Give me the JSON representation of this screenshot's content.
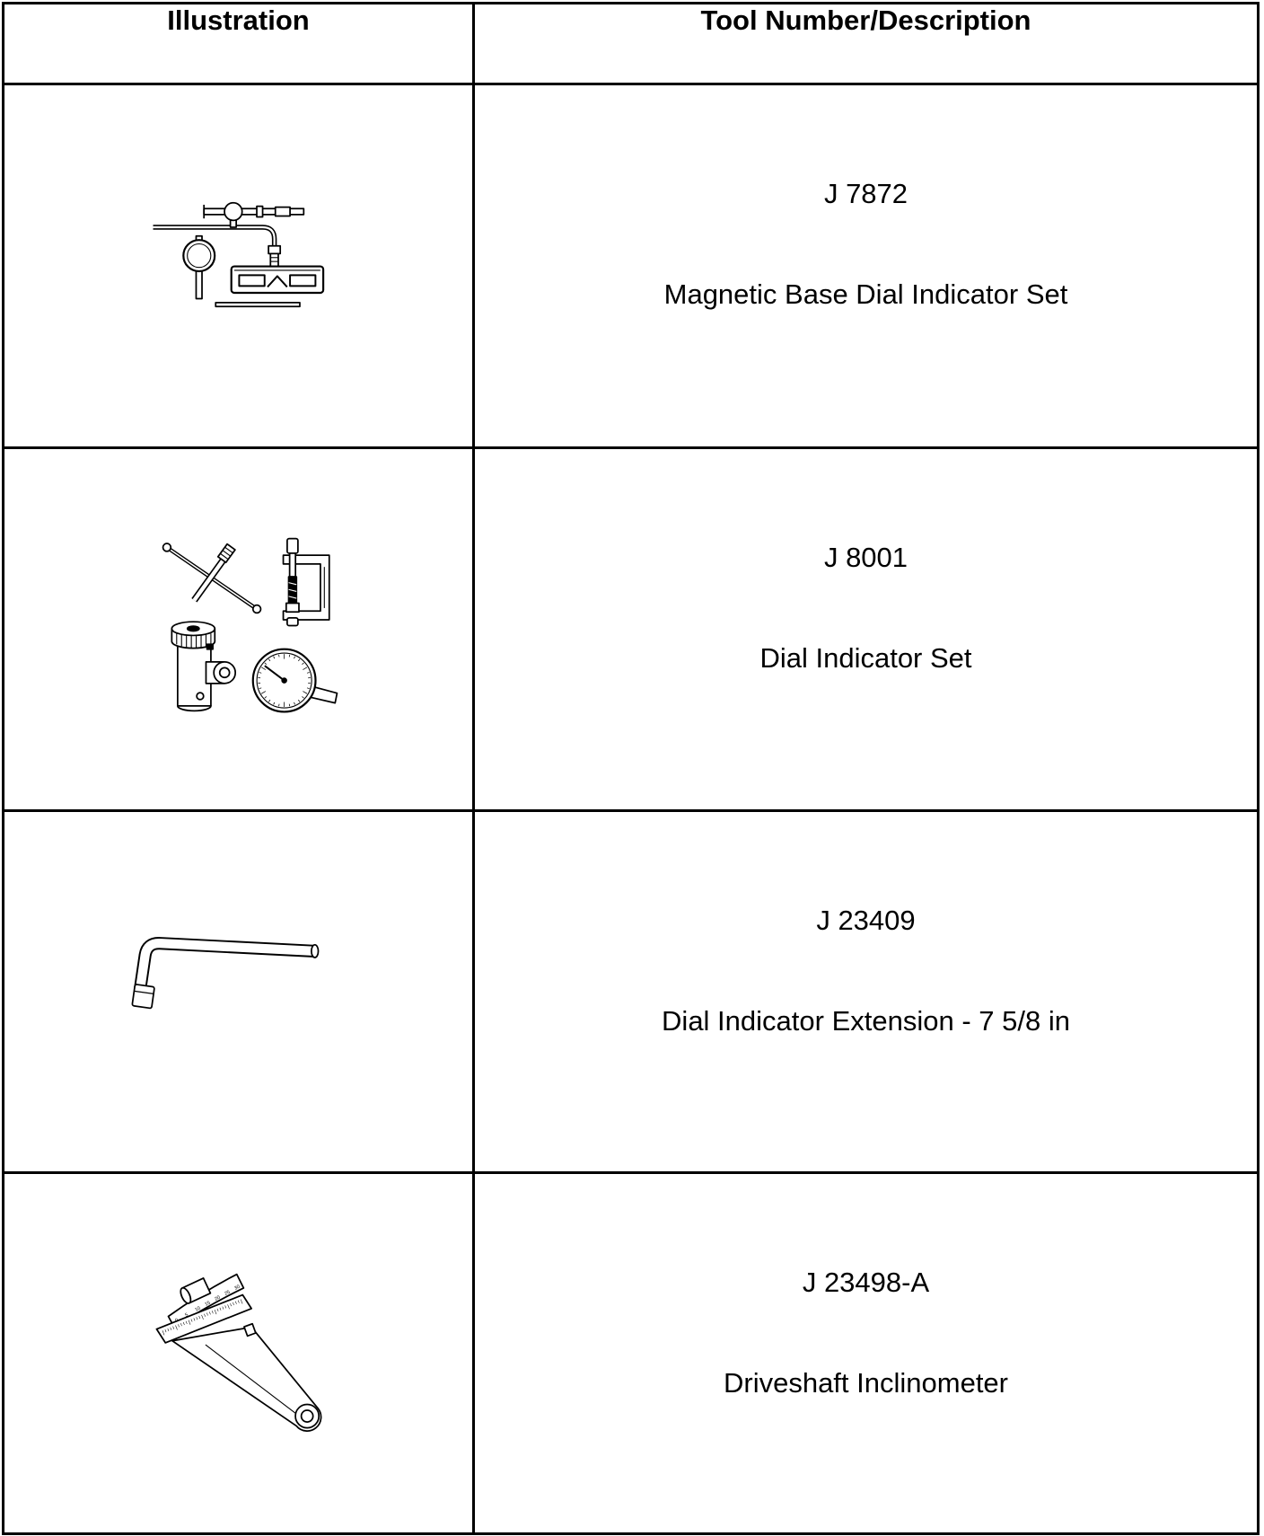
{
  "table": {
    "headers": {
      "illustration": "Illustration",
      "tool": "Tool Number/Description"
    },
    "rows": [
      {
        "tool_number": "J 7872",
        "description": "Magnetic Base Dial Indicator Set",
        "illustration_icon": "magnetic-base-dial-indicator-set-icon"
      },
      {
        "tool_number": "J 8001",
        "description": "Dial Indicator Set",
        "illustration_icon": "dial-indicator-set-icon"
      },
      {
        "tool_number": "J 23409",
        "description": "Dial Indicator Extension - 7 5/8 in",
        "illustration_icon": "dial-indicator-extension-icon"
      },
      {
        "tool_number": "J 23498-A",
        "description": "Driveshaft Inclinometer",
        "illustration_icon": "driveshaft-inclinometer-icon",
        "scale_labels": [
          "0",
          "5",
          "10",
          "15",
          "20",
          "25",
          "30"
        ]
      }
    ]
  },
  "colors": {
    "background": "#ffffff",
    "grid_lines": "#000000",
    "text": "#000000"
  }
}
